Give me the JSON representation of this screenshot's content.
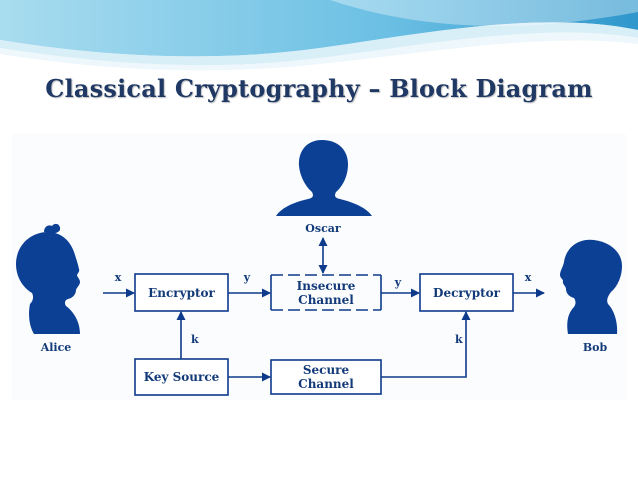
{
  "title": "Classical Cryptography – Block Diagram",
  "colors": {
    "title": "#1f3864",
    "diagram": "#0d3a8a",
    "silhouette": "#0c4095",
    "banner_light": "#cfe9f5",
    "banner_mid": "#8fd0ea",
    "banner_dark": "#4aa9d4"
  },
  "actors": {
    "alice": "Alice",
    "bob": "Bob",
    "oscar": "Oscar"
  },
  "blocks": {
    "encryptor": "Encryptor",
    "decryptor": "Decryptor",
    "key_source": "Key Source",
    "insecure_channel": [
      "Insecure",
      "Channel"
    ],
    "secure_channel": [
      "Secure",
      "Channel"
    ]
  },
  "signals": {
    "plaintext_in": "x",
    "ciphertext_out": "y",
    "ciphertext_in": "y",
    "plaintext_out": "x",
    "key_to_encryptor": "k",
    "key_to_decryptor": "k"
  },
  "icons": {
    "alice": "child-silhouette-icon",
    "bob": "child-silhouette-icon",
    "oscar": "person-bust-silhouette-icon"
  }
}
